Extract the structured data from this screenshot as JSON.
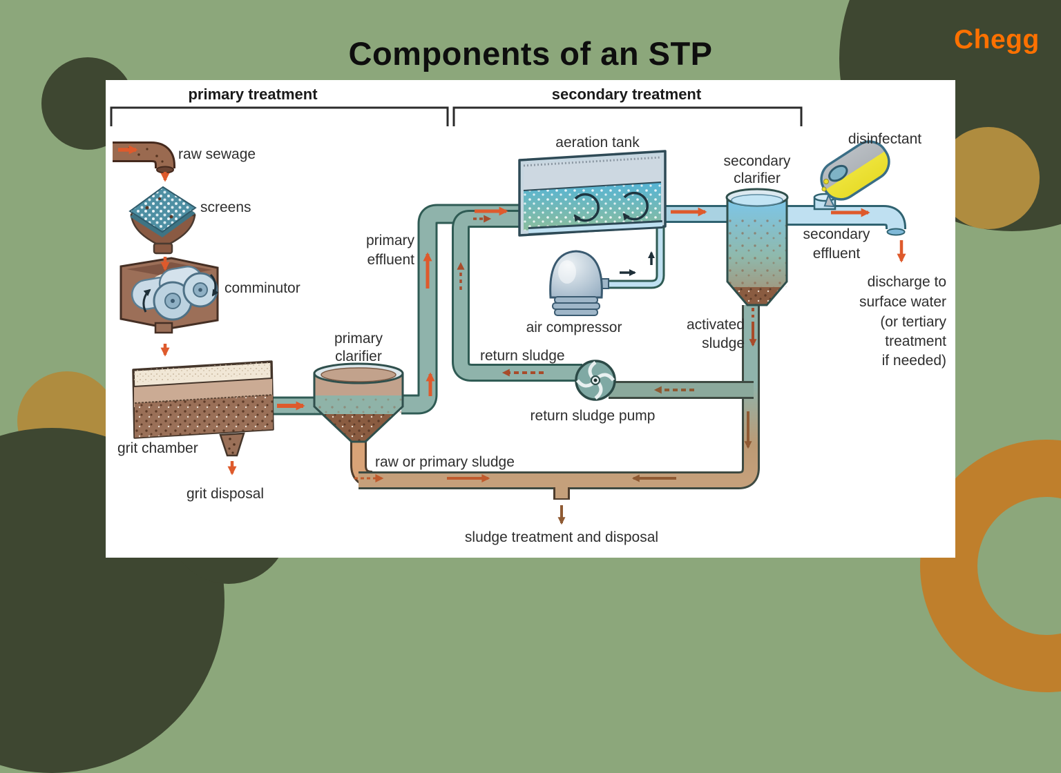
{
  "page": {
    "title": "Components of an STP",
    "brand_logo": "Chegg"
  },
  "colors": {
    "background": "#8CA77B",
    "decor_dark_olive": "#3E4731",
    "decor_tan": "#AF8C3F",
    "decor_ring_ochre": "#BF7F2C",
    "brand_orange": "#FF7100",
    "panel": "#FFFFFF",
    "pipe_teal": "#8FB3AB",
    "pipe_light_blue": "#BFE0F1",
    "pipe_sludge_tan": "#C5A07B",
    "arrow_orange": "#DE5A2C",
    "disinfectant_yellow": "#EDE339",
    "label_text": "#2E2E2E"
  },
  "diagram": {
    "sections": {
      "primary": "primary treatment",
      "secondary": "secondary treatment"
    },
    "labels": {
      "raw_sewage": "raw sewage",
      "screens": "screens",
      "comminutor": "comminutor",
      "grit_chamber": "grit chamber",
      "grit_disposal": "grit disposal",
      "primary_clarifier": [
        "primary",
        "clarifier"
      ],
      "primary_effluent": [
        "primary",
        "effluent"
      ],
      "aeration_tank": "aeration tank",
      "air_compressor": "air compressor",
      "return_sludge": "return sludge",
      "return_sludge_pump": "return sludge pump",
      "secondary_clarifier": [
        "secondary",
        "clarifier"
      ],
      "activated_sludge": [
        "activated",
        "sludge"
      ],
      "disinfectant": "disinfectant",
      "secondary_effluent": [
        "secondary",
        "effluent"
      ],
      "discharge_note": [
        "discharge to",
        "surface water",
        "(or tertiary",
        "treatment",
        "if needed)"
      ],
      "raw_or_primary_sludge": "raw or primary sludge",
      "sludge_treatment": "sludge treatment and disposal"
    }
  }
}
